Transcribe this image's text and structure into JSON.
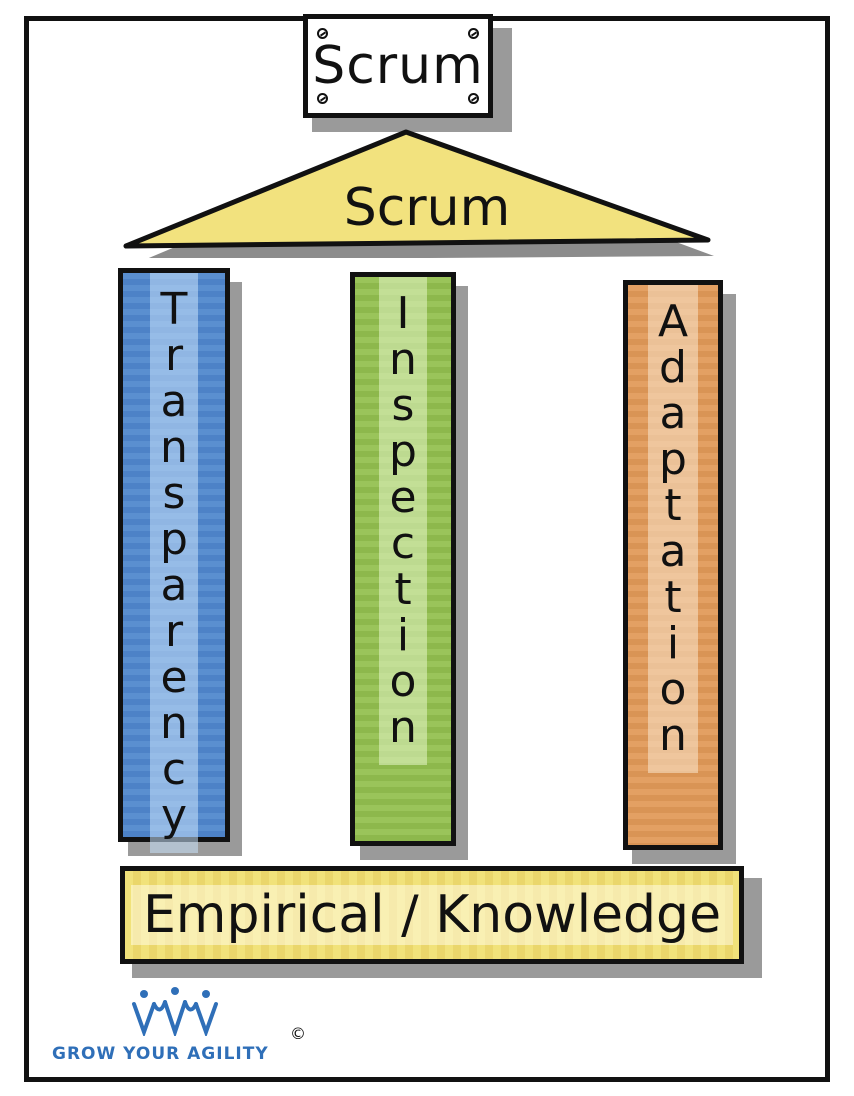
{
  "sign": {
    "label": "Scrum"
  },
  "roof": {
    "label": "Scrum"
  },
  "pillars": [
    {
      "label": "Transparency",
      "color": "#5a8fd0"
    },
    {
      "label": "Inspection",
      "color": "#9ac45a"
    },
    {
      "label": "Adaptation",
      "color": "#e3a063"
    }
  ],
  "base": {
    "label": "Empirical / Knowledge",
    "color": "#f1e27a"
  },
  "logo": {
    "text": "GROW YOUR AGILITY",
    "copyright": "©",
    "color": "#2f6fb8"
  }
}
